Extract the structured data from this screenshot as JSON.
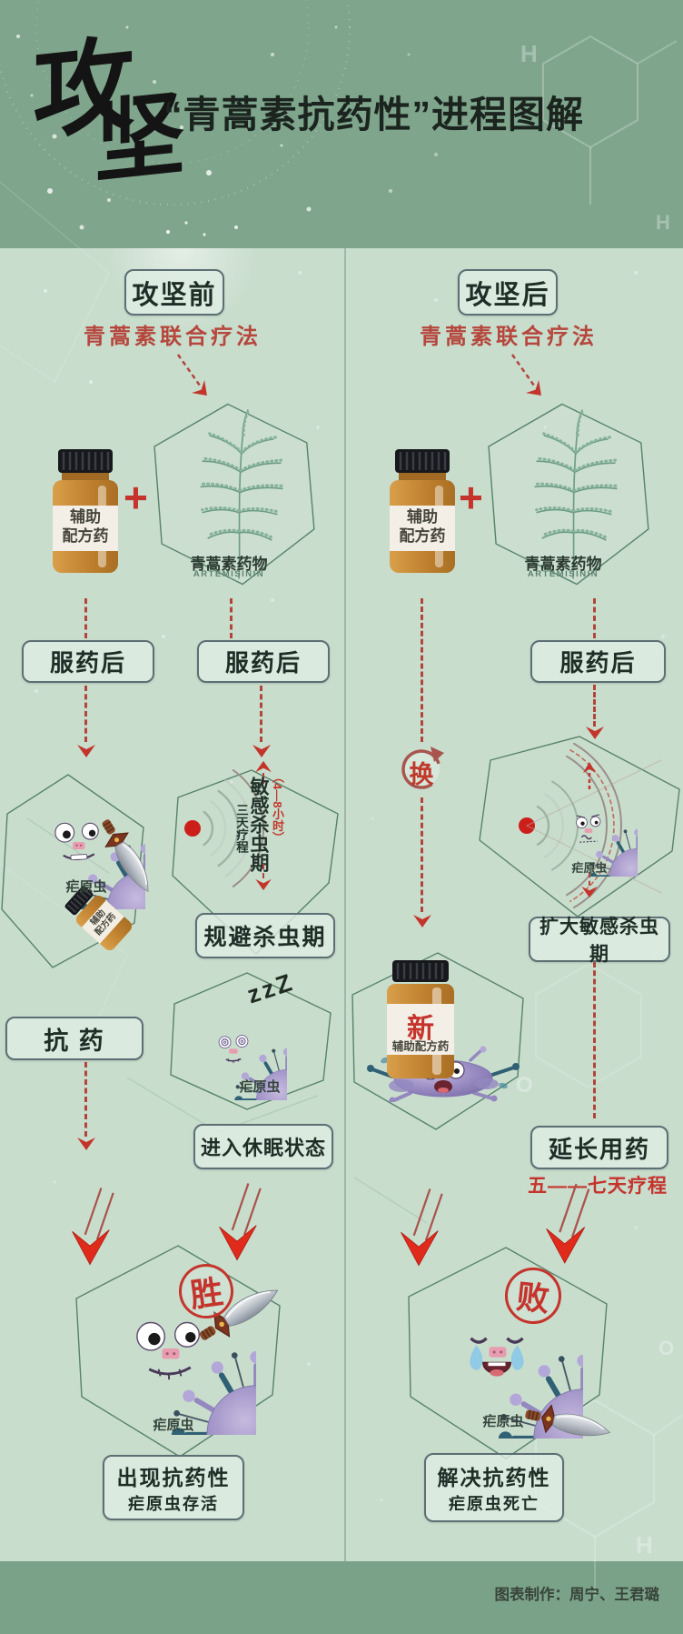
{
  "header": {
    "title": "攻坚",
    "title_char1": "攻",
    "title_char2": "坚",
    "subtitle": "“青蒿素抗药性”进程图解"
  },
  "left": {
    "stage": "攻坚前",
    "therapy": "青蒿素联合疗法",
    "plus": "+",
    "bottle_line1": "辅助",
    "bottle_line2": "配方药",
    "plant_name": "青蒿素药物",
    "plant_latin": "ARTEMISININ",
    "after_box1": "服药后",
    "after_box2": "服药后",
    "parasite_label": "疟原虫",
    "mini_bottle_line1": "辅助",
    "mini_bottle_line2": "配方药",
    "radar": {
      "course": "三天疗程",
      "sensitive": "敏感杀虫期",
      "hours": "（4—8小时）"
    },
    "avoid_box": "规避杀虫期",
    "resist_box": "抗 药",
    "zzz": "zzZ",
    "sleep_parasite_label": "疟原虫",
    "dormant_box": "进入休眠状态",
    "win_badge": "胜",
    "win_parasite_label": "疟原虫",
    "result_line1": "出现抗药性",
    "result_line2": "疟原虫存活"
  },
  "right": {
    "stage": "攻坚后",
    "therapy": "青蒿素联合疗法",
    "plus": "+",
    "bottle_line1": "辅助",
    "bottle_line2": "配方药",
    "plant_name": "青蒿素药物",
    "plant_latin": "ARTEMISININ",
    "swap": "换",
    "after_box": "服药后",
    "radar_parasite_label": "疟原虫",
    "expand_box": "扩大敏感杀虫期",
    "new_label": "新",
    "new_bottle_label": "辅助配方药",
    "extend_box": "延长用药",
    "course_text": "五——七天疗程",
    "lose_badge": "败",
    "lose_parasite_label": "疟原虫",
    "result_line1": "解决抗药性",
    "result_line2": "疟原虫死亡"
  },
  "footer": {
    "credit": "图表制作：周宁、王君璐"
  },
  "background": {
    "letter_h": "H",
    "letter_o": "O"
  },
  "colors": {
    "header_green": "#7fa68d",
    "panel_green": "#c9ddcd",
    "accent_red": "#c5342c",
    "dusty_red": "#b5473d",
    "dash_red": "#b2453b",
    "bottle_amber": "#c9893b",
    "parasite_purple": "#9488c0",
    "spike_teal": "#2f6074",
    "box_border": "#5d6e74"
  }
}
